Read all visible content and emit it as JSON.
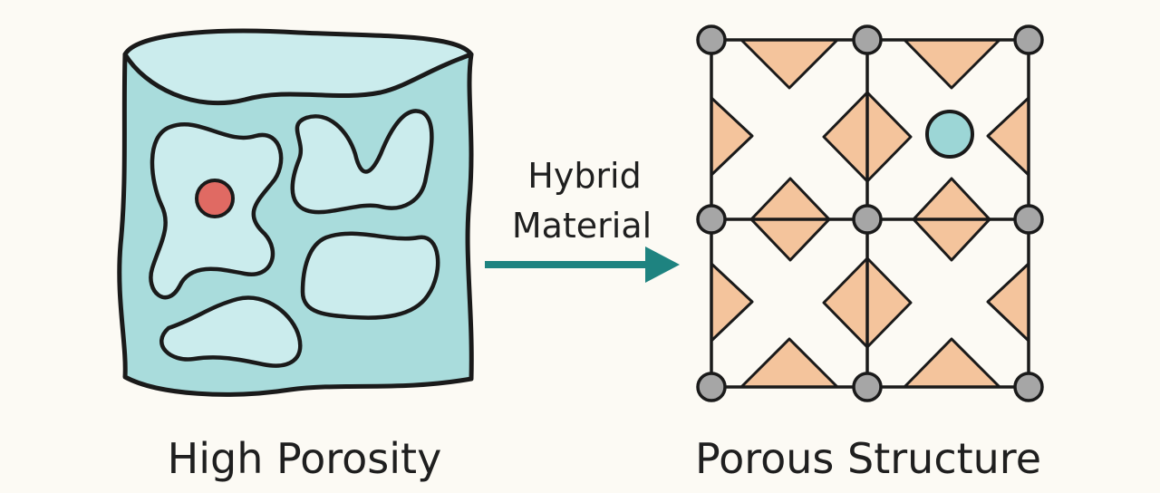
{
  "left_block": {
    "caption": "High Porosity"
  },
  "arrow": {
    "label_line1": "Hybrid",
    "label_line2": "Material"
  },
  "right_block": {
    "caption": "Porous Structure"
  },
  "colors": {
    "background": "#fcfaf4",
    "block_fill": "#a9dcdc",
    "block_top_fill": "#cbeced",
    "pore_fill": "#cbeced",
    "outline": "#1a1a1a",
    "red_particle": "#e06a63",
    "arrow": "#1e8380",
    "node_fill": "#a6a6a6",
    "triangle_fill": "#f4c49c",
    "cyan_particle": "#9cd6d6"
  }
}
